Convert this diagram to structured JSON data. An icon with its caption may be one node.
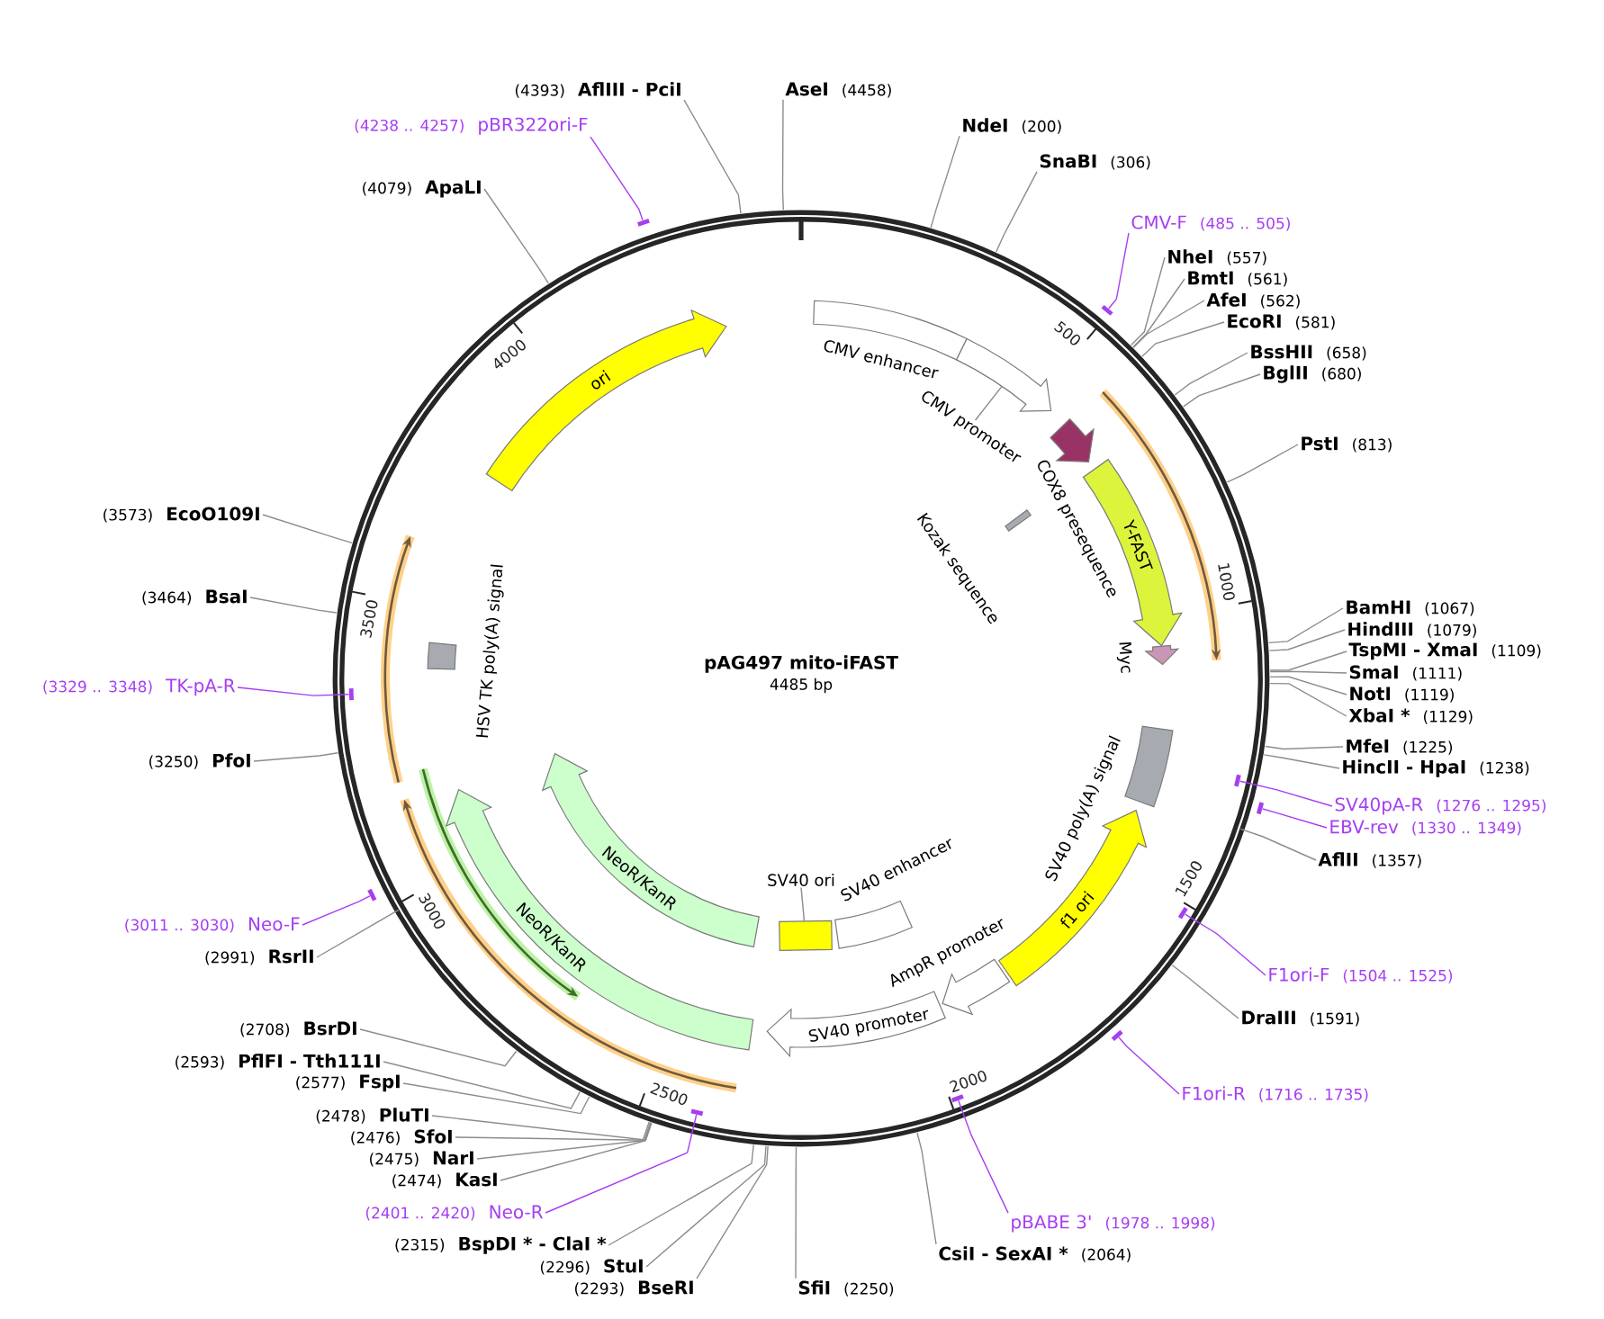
{
  "diagram": {
    "title": "pAG497 mito-iFAST",
    "nodes": [
      {
        "text": [
          "(4393)",
          "AflIII - PciI"
        ]
      },
      {
        "text": [
          "AseI",
          "(4458)"
        ]
      },
      {
        "text": [
          "NdeI",
          "(200)"
        ]
      },
      {
        "text": [
          "SnaBI",
          "(306)"
        ]
      },
      {
        "text": [
          "CMV-F",
          "(485 .. 505)"
        ]
      },
      {
        "text": [
          "NheI",
          "(557)"
        ]
      },
      {
        "text": [
          "BmtI",
          "(561)"
        ]
      },
      {
        "text": [
          "AfeI",
          "(562)"
        ]
      },
      {
        "text": [
          "EcoRI",
          "(581)"
        ]
      },
      {
        "text": [
          "BssHII",
          "(658)"
        ]
      },
      {
        "text": [
          "BglII",
          "(680)"
        ]
      },
      {
        "text": [
          "PstI",
          "(813)"
        ]
      },
      {
        "text": [
          "BamHI",
          "(1067)"
        ]
      },
      {
        "text": [
          "HindIII",
          "(1079)"
        ]
      },
      {
        "text": [
          "TspMI - XmaI",
          "(1109)"
        ]
      },
      {
        "text": [
          "SmaI",
          "(1111)"
        ]
      },
      {
        "text": [
          "NotI",
          "(1119)"
        ]
      },
      {
        "text": [
          "XbaI *",
          "(1129)"
        ]
      },
      {
        "text": [
          "MfeI",
          "(1225)"
        ]
      },
      {
        "text": [
          "HincII - HpaI",
          "(1238)"
        ]
      },
      {
        "text": [
          "SV40pA-R",
          "(1276 .. 1295)"
        ]
      },
      {
        "text": [
          "EBV-rev",
          "(1330 .. 1349)"
        ]
      },
      {
        "text": [
          "AflII",
          "(1357)"
        ]
      },
      {
        "text": [
          "F1ori-F",
          "(1504 .. 1525)"
        ]
      },
      {
        "text": [
          "DraIII",
          "(1591)"
        ]
      },
      {
        "text": [
          "F1ori-R",
          "(1716 .. 1735)"
        ]
      },
      {
        "text": [
          "pBABE 3'",
          "(1978 .. 1998)"
        ]
      },
      {
        "text": [
          "CsiI - SexAI *",
          "(2064)"
        ]
      },
      {
        "text": [
          "SfiI",
          "(2250)"
        ]
      },
      {
        "text": [
          "(2293)",
          "BseRI"
        ]
      },
      {
        "text": [
          "(2296)",
          "StuI"
        ]
      },
      {
        "text": [
          "(2315)",
          "BspDI * - ClaI *"
        ]
      },
      {
        "text": [
          "(2401 .. 2420)",
          "Neo-R"
        ]
      },
      {
        "text": [
          "(2474)",
          "KasI"
        ]
      },
      {
        "text": [
          "(2475)",
          "NarI"
        ]
      },
      {
        "text": [
          "(2476)",
          "SfoI"
        ]
      },
      {
        "text": [
          "(2478)",
          "PluTI"
        ]
      },
      {
        "text": [
          "(2577)",
          "FspI"
        ]
      },
      {
        "text": [
          "(2593)",
          "PflFI - Tth111I"
        ]
      },
      {
        "text": [
          "(2708)",
          "BsrDI"
        ]
      },
      {
        "text": [
          "(2991)",
          "RsrII"
        ]
      },
      {
        "text": [
          "(3011 .. 3030)",
          "Neo-F"
        ]
      },
      {
        "text": [
          "(3250)",
          "PfoI"
        ]
      },
      {
        "text": [
          "(3329 .. 3348)",
          "TK-pA-R"
        ]
      },
      {
        "text": [
          "(3464)",
          "BsaI"
        ]
      },
      {
        "text": [
          "(3573)",
          "EcoO109I"
        ]
      },
      {
        "text": [
          "(4079)",
          "ApaLI"
        ]
      },
      {
        "text": [
          "(4238 .. 4257)",
          "pBR322ori-F"
        ]
      },
      {
        "text": [
          "ori"
        ]
      },
      {
        "text": [
          "CMV enhancer"
        ]
      },
      {
        "text": [
          "CMV promoter"
        ]
      },
      {
        "text": [],
        "shape": "arrow"
      },
      {
        "text": [
          "COX8 presequence"
        ]
      },
      {
        "text": [
          "Kozak sequence"
        ]
      },
      {
        "text": [
          "Y-FAST"
        ]
      },
      {
        "text": [
          "Myc"
        ]
      },
      {
        "text": [
          "SV40 poly(A) signal"
        ]
      },
      {
        "text": [
          "f1 ori"
        ]
      },
      {
        "text": [
          "AmpR promoter"
        ]
      },
      {
        "text": [
          "SV40 promoter"
        ]
      },
      {
        "text": [
          "SV40 enhancer"
        ]
      },
      {
        "text": [
          "SV40 ori"
        ]
      },
      {
        "text": [],
        "shape": "box"
      },
      {
        "text": [
          "NeoR/KanR"
        ]
      },
      {
        "text": [
          "NeoR/KanR"
        ]
      },
      {
        "text": [
          "HSV TK poly(A) signal"
        ]
      },
      {
        "text": [],
        "shape": "bar"
      },
      {
        "text": [],
        "shape": "bar"
      },
      {
        "text": [],
        "shape": "bar"
      },
      {
        "text": [],
        "shape": "bar"
      },
      {
        "text": [],
        "shape": "bar"
      },
      {
        "text": [],
        "shape": "bar"
      },
      {
        "text": [],
        "shape": "bar"
      },
      {
        "text": [],
        "shape": "bar"
      },
      {
        "text": [],
        "shape": "bar"
      },
      {
        "text": [],
        "shape": "bar"
      }
    ],
    "edges": [
      {
        "from": 0,
        "to": null,
        "arrow": "none"
      },
      {
        "from": 1,
        "to": null,
        "arrow": "none"
      },
      {
        "from": 2,
        "to": null,
        "arrow": "none"
      },
      {
        "from": 3,
        "to": null,
        "arrow": "none"
      },
      {
        "from": 4,
        "to": 66,
        "arrow": "none",
        "color": "#a63ef2"
      },
      {
        "from": 5,
        "to": null,
        "arrow": "none"
      },
      {
        "from": 6,
        "to": null,
        "arrow": "none"
      },
      {
        "from": 7,
        "to": null,
        "arrow": "none"
      },
      {
        "from": 8,
        "to": null,
        "arrow": "none"
      },
      {
        "from": 9,
        "to": null,
        "arrow": "none"
      },
      {
        "from": 10,
        "to": null,
        "arrow": "none"
      },
      {
        "from": 11,
        "to": null,
        "arrow": "none"
      },
      {
        "from": 12,
        "to": null,
        "arrow": "none"
      },
      {
        "from": 13,
        "to": null,
        "arrow": "none"
      },
      {
        "from": 14,
        "to": null,
        "arrow": "none"
      },
      {
        "from": 15,
        "to": null,
        "arrow": "none"
      },
      {
        "from": 16,
        "to": null,
        "arrow": "none"
      },
      {
        "from": 17,
        "to": null,
        "arrow": "none"
      },
      {
        "from": 18,
        "to": null,
        "arrow": "none"
      },
      {
        "from": 19,
        "to": null,
        "arrow": "none"
      },
      {
        "from": 20,
        "to": 67,
        "arrow": "none",
        "color": "#a63ef2"
      },
      {
        "from": 21,
        "to": 68,
        "arrow": "none",
        "color": "#a63ef2"
      },
      {
        "from": 22,
        "to": null,
        "arrow": "none"
      },
      {
        "from": 23,
        "to": 69,
        "arrow": "none",
        "color": "#a63ef2"
      },
      {
        "from": 24,
        "to": null,
        "arrow": "none"
      },
      {
        "from": 25,
        "to": 70,
        "arrow": "none",
        "color": "#a63ef2"
      },
      {
        "from": 26,
        "to": 71,
        "arrow": "none",
        "color": "#a63ef2"
      },
      {
        "from": 27,
        "to": null,
        "arrow": "none"
      },
      {
        "from": 28,
        "to": null,
        "arrow": "none"
      },
      {
        "from": 29,
        "to": null,
        "arrow": "none"
      },
      {
        "from": 30,
        "to": null,
        "arrow": "none"
      },
      {
        "from": 31,
        "to": null,
        "arrow": "none"
      },
      {
        "from": 32,
        "to": 72,
        "arrow": "none",
        "color": "#a63ef2"
      },
      {
        "from": 33,
        "to": null,
        "arrow": "none"
      },
      {
        "from": 34,
        "to": null,
        "arrow": "none"
      },
      {
        "from": 35,
        "to": null,
        "arrow": "none"
      },
      {
        "from": 36,
        "to": null,
        "arrow": "none"
      },
      {
        "from": 37,
        "to": null,
        "arrow": "none"
      },
      {
        "from": 38,
        "to": null,
        "arrow": "none"
      },
      {
        "from": 39,
        "to": null,
        "arrow": "none"
      },
      {
        "from": 40,
        "to": null,
        "arrow": "none"
      },
      {
        "from": 41,
        "to": 73,
        "arrow": "none",
        "color": "#a63ef2"
      },
      {
        "from": 42,
        "to": null,
        "arrow": "none"
      },
      {
        "from": 43,
        "to": 74,
        "arrow": "none",
        "color": "#a63ef2"
      },
      {
        "from": 44,
        "to": null,
        "arrow": "none"
      },
      {
        "from": 45,
        "to": null,
        "arrow": "none"
      },
      {
        "from": 46,
        "to": null,
        "arrow": "none"
      },
      {
        "from": 47,
        "to": 75,
        "arrow": "none",
        "color": "#a63ef2"
      },
      {
        "from": 50,
        "to": 51,
        "arrow": "none"
      },
      {
        "from": 61,
        "to": 62,
        "arrow": "none"
      }
    ],
    "labels": [
      "4485 bp",
      "500",
      "1000",
      "1500",
      "2000",
      "2500",
      "3000",
      "3500",
      "4000"
    ]
  }
}
